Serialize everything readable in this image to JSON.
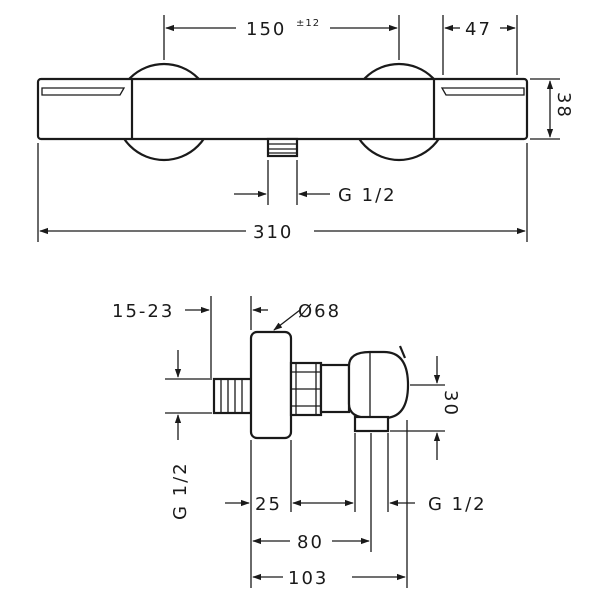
{
  "top_view": {
    "dim_spacing": "150",
    "dim_spacing_tol": "±12",
    "dim_end_width": "47",
    "dim_height": "38",
    "dim_total_width": "310",
    "dim_outlet_thread": "G 1/2"
  },
  "side_view": {
    "dim_connection_range": "15-23",
    "dim_diameter": "Ø68",
    "dim_inlet_thread": "G 1/2",
    "dim_outlet_offset": "30",
    "dim_flange_depth": "25",
    "dim_outlet_thread": "G 1/2",
    "dim_outlet_distance": "80",
    "dim_total_depth": "103"
  }
}
